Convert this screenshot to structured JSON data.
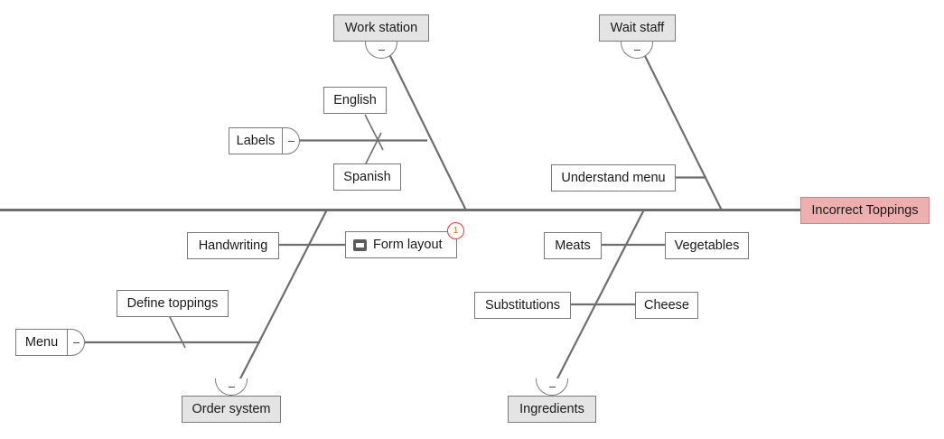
{
  "diagram": {
    "type": "fishbone",
    "title": "Incorrect Toppings",
    "spine_color": "#6e6e6e",
    "bone_color": "#6e6e6e",
    "effect_color": "#edafaf",
    "category_color": "#e4e4e4",
    "badge_color": "#e03a3a"
  },
  "effect": {
    "label": "Incorrect Toppings"
  },
  "categories": [
    {
      "id": "work-station",
      "label": "Work station",
      "collapse": "–"
    },
    {
      "id": "wait-staff",
      "label": "Wait staff",
      "collapse": "–"
    },
    {
      "id": "order-system",
      "label": "Order system",
      "collapse": "–"
    },
    {
      "id": "ingredients",
      "label": "Ingredients",
      "collapse": "–"
    }
  ],
  "causes": {
    "labels": {
      "label": "Labels",
      "collapse": "–"
    },
    "english": {
      "label": "English"
    },
    "spanish": {
      "label": "Spanish"
    },
    "understand_menu": {
      "label": "Understand menu"
    },
    "handwriting": {
      "label": "Handwriting"
    },
    "form_layout": {
      "label": "Form layout",
      "icon": "note-icon",
      "badge": "1"
    },
    "define_toppings": {
      "label": "Define toppings"
    },
    "menu": {
      "label": "Menu",
      "collapse": "–"
    },
    "meats": {
      "label": "Meats"
    },
    "vegetables": {
      "label": "Vegetables"
    },
    "substitutions": {
      "label": "Substitutions"
    },
    "cheese": {
      "label": "Cheese"
    }
  }
}
